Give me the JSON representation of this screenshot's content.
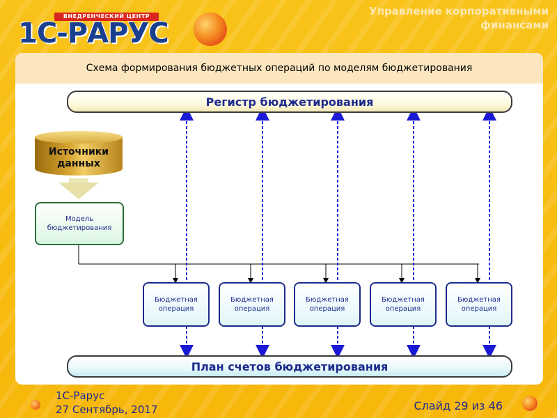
{
  "brand": {
    "tagline": "ВНЕДРЕНЧЕСКИЙ ЦЕНТР",
    "logo": "1С-РАРУС"
  },
  "header": {
    "title": "Управление корпоративными финансами"
  },
  "panel": {
    "title": "Схема формирования бюджетных операций по моделям бюджетирования"
  },
  "diagram": {
    "top_bar": "Регистр бюджетирования",
    "bottom_bar": "План счетов бюджетирования",
    "source": "Источники данных",
    "model": "Модель бюджетирования",
    "operations": [
      "Бюджетная операция",
      "Бюджетная операция",
      "Бюджетная операция",
      "Бюджетная операция",
      "Бюджетная операция"
    ]
  },
  "footer": {
    "company": "1С-Рарус",
    "date": "27 Сентябрь, 2017",
    "slide": "Слайд 29 из 46"
  }
}
